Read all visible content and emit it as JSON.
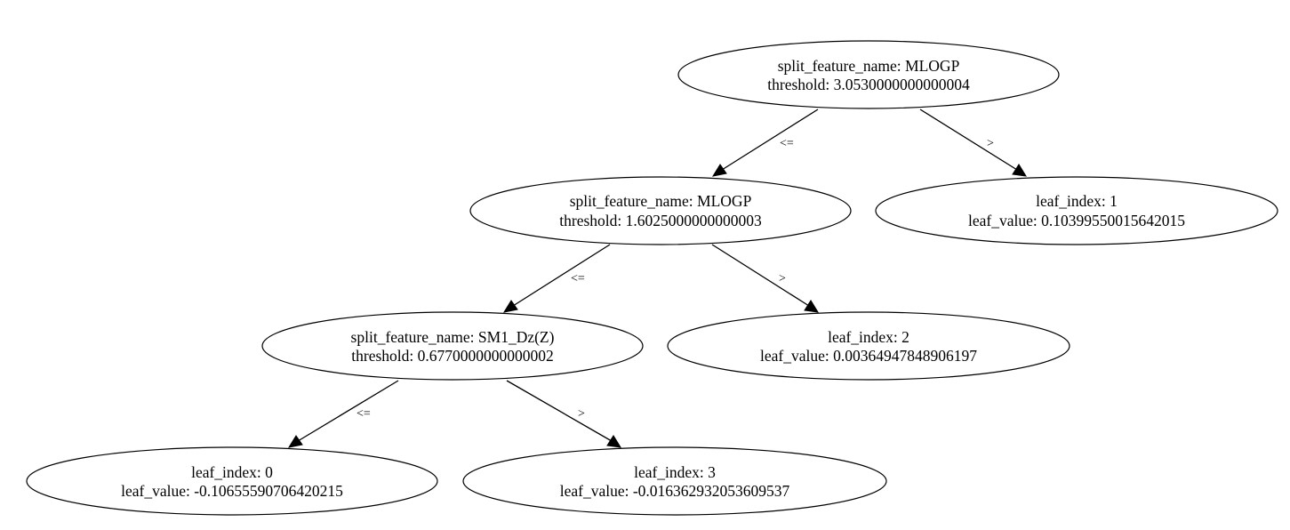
{
  "nodes": [
    {
      "id": "split0",
      "line1": "split_feature_name: MLOGP",
      "line2": "threshold: 3.0530000000000004"
    },
    {
      "id": "split1",
      "line1": "split_feature_name: MLOGP",
      "line2": "threshold: 1.6025000000000003"
    },
    {
      "id": "split2",
      "line1": "split_feature_name: SM1_Dz(Z)",
      "line2": "threshold: 0.6770000000000002"
    },
    {
      "id": "leaf1",
      "line1": "leaf_index: 1",
      "line2": "leaf_value: 0.10399550015642015"
    },
    {
      "id": "leaf2",
      "line1": "leaf_index: 2",
      "line2": "leaf_value: 0.00364947848906197"
    },
    {
      "id": "leaf0",
      "line1": "leaf_index: 0",
      "line2": "leaf_value: -0.10655590706420215"
    },
    {
      "id": "leaf3",
      "line1": "leaf_index: 3",
      "line2": "leaf_value: -0.016362932053609537"
    }
  ],
  "edges": [
    {
      "from": "split0",
      "to": "split1",
      "label": "<="
    },
    {
      "from": "split0",
      "to": "leaf1",
      "label": ">"
    },
    {
      "from": "split1",
      "to": "split2",
      "label": "<="
    },
    {
      "from": "split1",
      "to": "leaf2",
      "label": ">"
    },
    {
      "from": "split2",
      "to": "leaf0",
      "label": "<="
    },
    {
      "from": "split2",
      "to": "leaf3",
      "label": ">"
    }
  ]
}
